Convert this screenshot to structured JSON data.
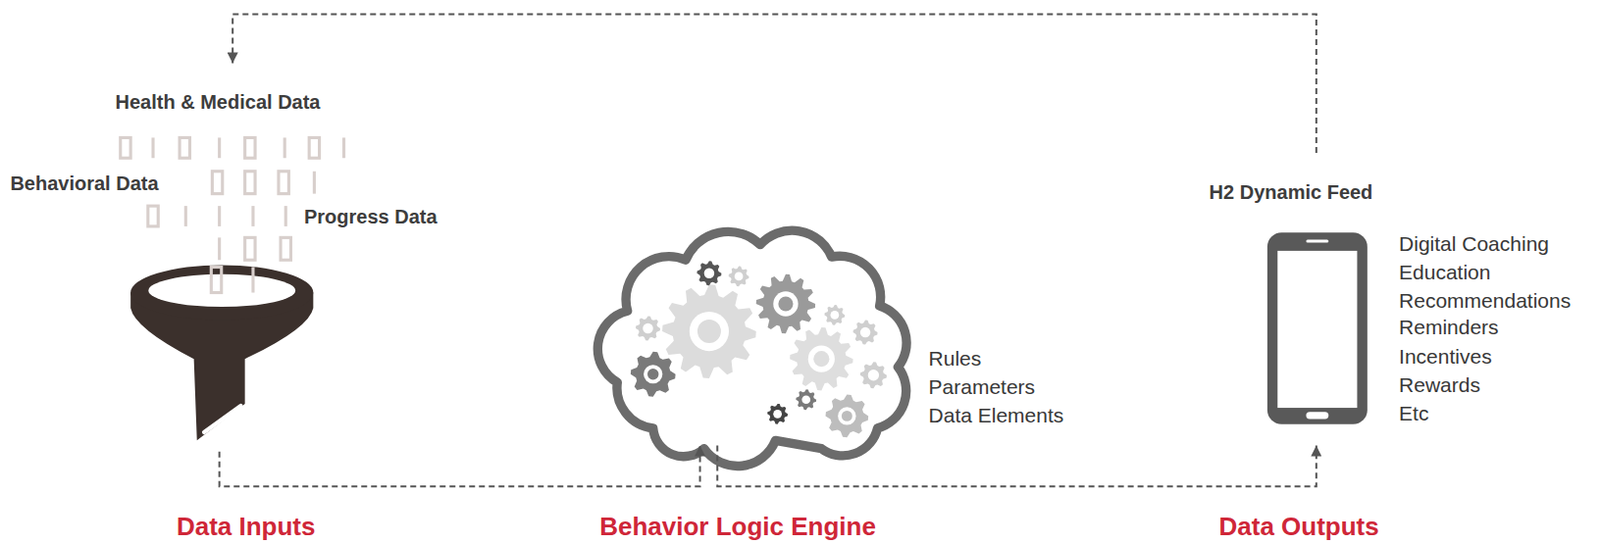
{
  "diagram": {
    "nodes": [
      {
        "text": [
          "Health & Medical Data",
          "Behavioral Data",
          "Progress Data",
          "Data Inputs"
        ]
      },
      {
        "text": [
          "Rules",
          "Parameters",
          "Data Elements",
          "Behavior Logic Engine"
        ]
      },
      {
        "text": [
          "H2 Dynamic Feed",
          "Digital Coaching",
          "Education",
          "Recommendations",
          "Reminders",
          "Incentives",
          "Rewards",
          "Etc",
          "Data Outputs"
        ]
      }
    ],
    "edges": [
      {
        "from": 0,
        "to": 1,
        "arrow": "to"
      },
      {
        "from": 1,
        "to": 2,
        "arrow": "to"
      },
      {
        "from": 2,
        "to": 0,
        "arrow": "to"
      }
    ]
  }
}
